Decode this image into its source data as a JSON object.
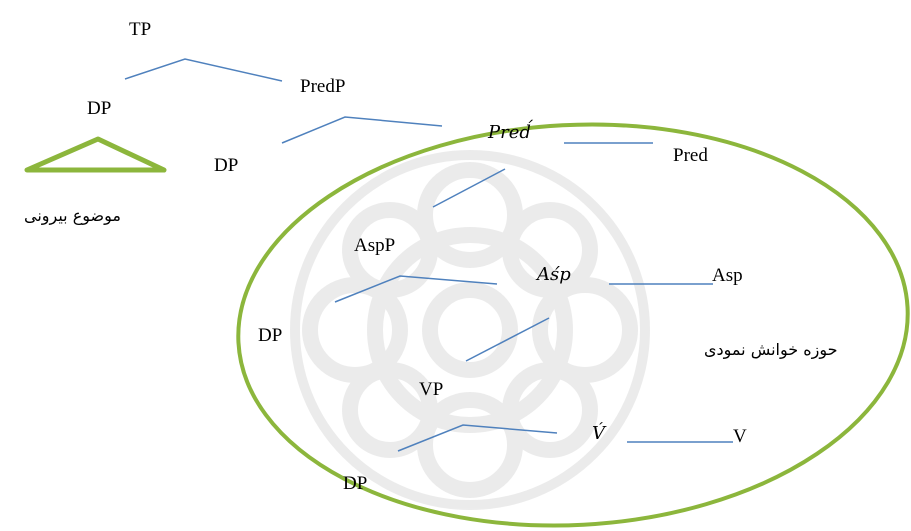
{
  "nodes": {
    "tp": "TP",
    "dp_spec_tp": "DP",
    "external_argument": "موضوع بیرونی",
    "predp": "PredP",
    "dp_spec_predp": "DP",
    "pred_bar": "Pred́",
    "pred": "Pred",
    "aspp": "AspP",
    "asp_bar": "Aśp",
    "asp": "Asp",
    "dp_spec_aspp": "DP",
    "aspectual_domain": "حوزه خوانش نمودی",
    "vp": "VP",
    "v_bar": "V́",
    "v": "V",
    "dp_spec_vp": "DP"
  },
  "colors": {
    "branch": "#4f81bd",
    "ellipse": "#8cb63c",
    "triangle": "#8cb63c",
    "watermark": "#d9d9d9"
  }
}
